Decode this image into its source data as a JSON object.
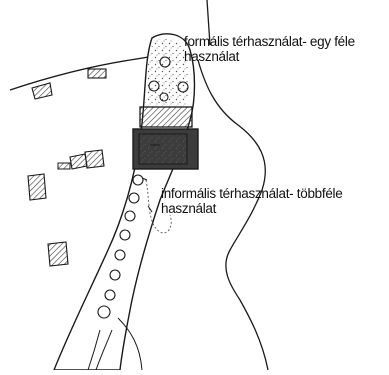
{
  "colors": {
    "ink": "#1a1a1a",
    "paper": "#ffffff",
    "hatch": "#3a3a3a",
    "stipple": "#555555"
  },
  "labels": {
    "formal_line1": "formális térhasználat- egy féle",
    "formal_line2": "használat",
    "informal_line1": "informális térhasználat- többféle",
    "informal_line2": "használat"
  }
}
